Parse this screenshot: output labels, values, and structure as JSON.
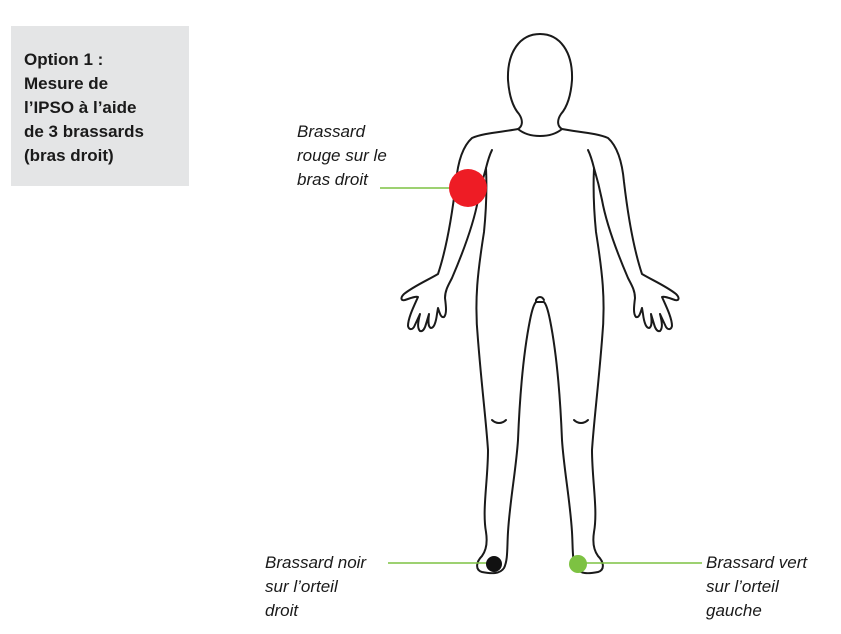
{
  "option": {
    "title_lines": [
      "Option 1 :",
      "Mesure de",
      "l’IPSO à l’aide",
      "de 3 brassards",
      "(bras droit)"
    ]
  },
  "labels": {
    "red_cuff": [
      "Brassard",
      "rouge sur le",
      "bras droit"
    ],
    "black_cuff": [
      "Brassard noir",
      "sur l’orteil",
      "droit"
    ],
    "green_cuff": [
      "Brassard vert",
      "sur l’orteil",
      "gauche"
    ]
  },
  "colors": {
    "red_cuff": "#ee1c25",
    "black_cuff": "#111111",
    "green_cuff": "#7dc242",
    "leader_line": "#7dc242",
    "option_box": "#e4e5e6"
  },
  "icons": [
    "human-body-outline-icon"
  ]
}
